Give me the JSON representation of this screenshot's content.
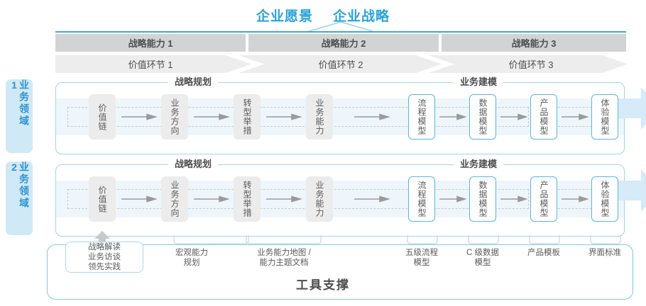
{
  "header": {
    "vision": "企业愿景",
    "strategy": "企业战略"
  },
  "capabilities": [
    {
      "label": "战略能力 1"
    },
    {
      "label": "战略能力 2"
    },
    {
      "label": "战略能力 3"
    }
  ],
  "value_chain": [
    {
      "label": "价值环节 1"
    },
    {
      "label": "价值环节 2"
    },
    {
      "label": "价值环节 3"
    }
  ],
  "domains": [
    {
      "label": "业务领域 1"
    },
    {
      "label": "业务领域 2"
    }
  ],
  "sections": {
    "planning": "战略规划",
    "modeling": "业务建模"
  },
  "steps": {
    "planning": [
      {
        "label": "价值链"
      },
      {
        "label": "业务方向"
      },
      {
        "label": "转型举措"
      },
      {
        "label": "业务能力"
      }
    ],
    "modeling": [
      {
        "label": "流程模型"
      },
      {
        "label": "数据模型"
      },
      {
        "label": "产品模型"
      },
      {
        "label": "体验模型"
      }
    ]
  },
  "tools": {
    "title": "工具支撑",
    "items": [
      {
        "label": "战略解读\n业务访谈\n领先实践"
      },
      {
        "label": "宏观能力\n规划"
      },
      {
        "label": "业务能力地图 /\n能力主题文档"
      },
      {
        "label": "五级流程\n模型"
      },
      {
        "label": "C 级数据\n模型"
      },
      {
        "label": "产品模板"
      },
      {
        "label": "界面标准"
      }
    ]
  },
  "colors": {
    "accent_blue": "#29a3dc",
    "teal_line": "#3fa9c9",
    "bar_grey": "#d2d4d4",
    "strip_grey": "#ededed",
    "band_blue": "#eef6fc",
    "box_grey": "#ececec",
    "box_blue_border": "#5bb4e5",
    "domain_bg": "#cfe9f7"
  }
}
